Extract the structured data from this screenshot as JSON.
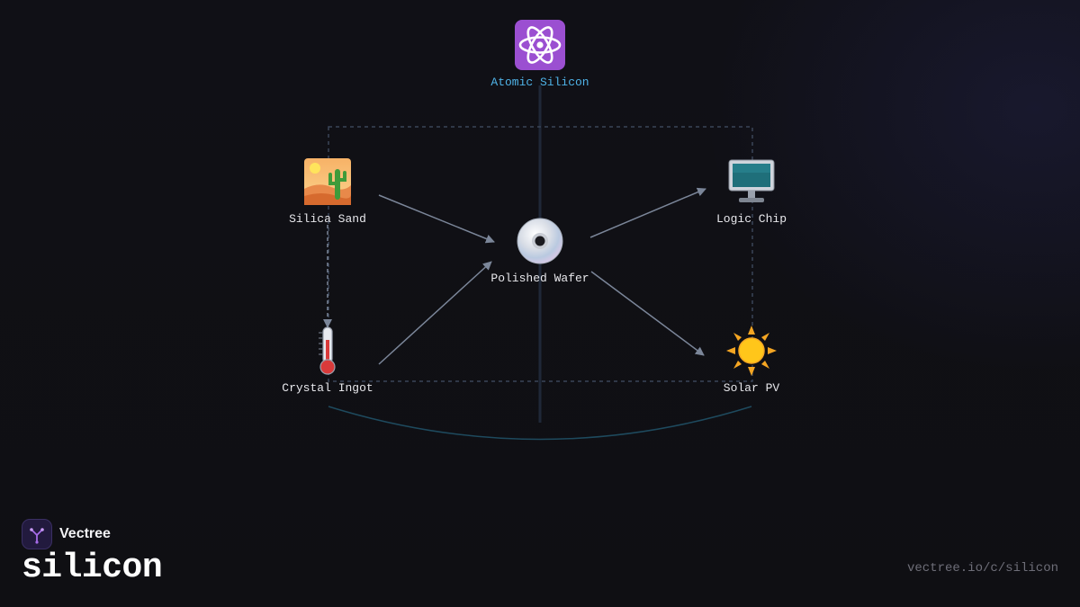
{
  "brand": {
    "name": "Vectree",
    "logo_icon": "vectree-tree-icon",
    "accent": "#a66be8"
  },
  "page": {
    "title": "silicon",
    "url": "vectree.io/c/silicon"
  },
  "diagram": {
    "root": {
      "label": "Atomic Silicon",
      "icon": "atom-icon",
      "color": "#4fb3e8"
    },
    "nodes": [
      {
        "id": "silica-sand",
        "label": "Silica Sand",
        "icon": "desert-icon"
      },
      {
        "id": "crystal-ingot",
        "label": "Crystal Ingot",
        "icon": "thermometer-icon"
      },
      {
        "id": "polished-wafer",
        "label": "Polished Wafer",
        "icon": "disc-icon"
      },
      {
        "id": "logic-chip",
        "label": "Logic Chip",
        "icon": "computer-monitor-icon"
      },
      {
        "id": "solar-pv",
        "label": "Solar PV",
        "icon": "sun-icon"
      }
    ],
    "edges": [
      {
        "from": "silica-sand",
        "to": "crystal-ingot"
      },
      {
        "from": "silica-sand",
        "to": "polished-wafer"
      },
      {
        "from": "crystal-ingot",
        "to": "polished-wafer"
      },
      {
        "from": "polished-wafer",
        "to": "logic-chip"
      },
      {
        "from": "polished-wafer",
        "to": "solar-pv"
      }
    ],
    "colors": {
      "arrow": "#7b8699",
      "dashed_frame": "#3a4558",
      "spine": "#1f2838",
      "arc": "#1e4a5e"
    }
  }
}
